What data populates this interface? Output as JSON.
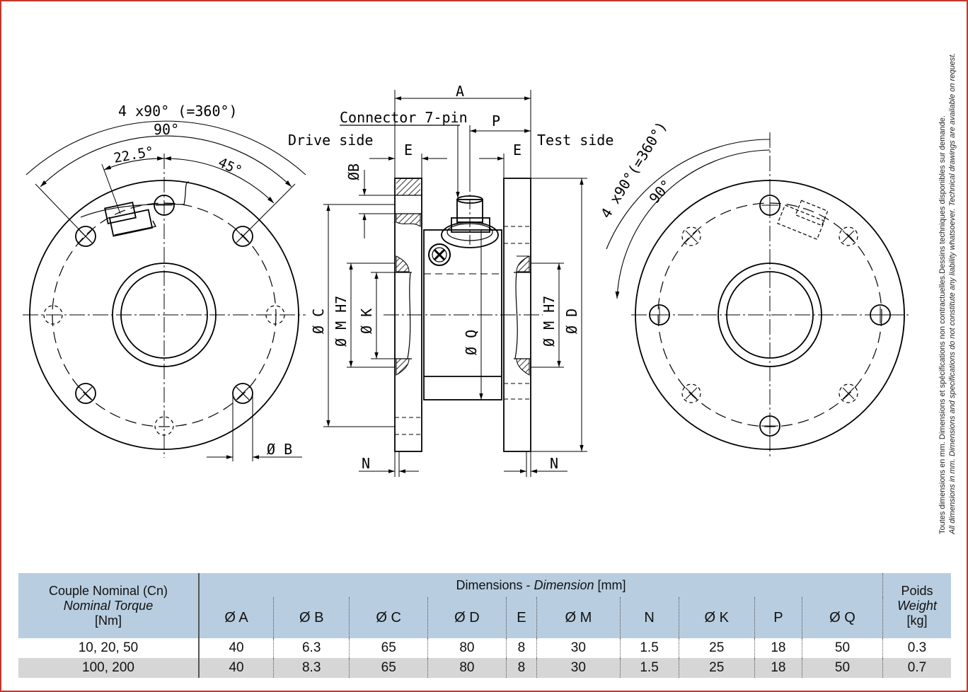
{
  "drawing": {
    "left_view": {
      "angle_total": "4 x90° (=360°)",
      "angle_90": "90°",
      "angle_22_5": "22.5°",
      "angle_45": "45°",
      "hole_dim": "Ø B"
    },
    "side_view": {
      "dim_a": "A",
      "connector": "Connector 7-pin",
      "dim_p": "P",
      "drive_side": "Drive side",
      "test_side": "Test side",
      "dim_e_left": "E",
      "dim_e_right": "E",
      "dim_b": "ØB",
      "dim_c": "Ø C",
      "dim_m_left": "Ø M H7",
      "dim_k": "Ø K",
      "dim_q": "Ø Q",
      "dim_m_right": "Ø M H7",
      "dim_d": "Ø D",
      "dim_n_left": "N",
      "dim_n_right": "N"
    },
    "right_view": {
      "angle_total": "4 x90°(=360°)",
      "angle_90": "90°"
    }
  },
  "notes": {
    "fr": "Toutes dimensions en mm. Dimensions et spécifications non contractuelles.Dessins techniques disponibles sur demande.",
    "en": "All dimensions in mm. Dimensions and specifications do not constitute any liability whatsoever. Technical drawings are available on request."
  },
  "table": {
    "first_header": {
      "fr": "Couple Nominal (Cn)",
      "en": "Nominal Torque",
      "unit": "[Nm]"
    },
    "dim_header": {
      "fr": "Dimensions",
      "sep": " - ",
      "en": "Dimension",
      "unit": " [mm]"
    },
    "last_header": {
      "fr": "Poids",
      "en": "Weight",
      "unit": "[kg]"
    },
    "columns": [
      "Ø A",
      "Ø B",
      "Ø C",
      "Ø D",
      "E",
      "Ø M",
      "N",
      "Ø K",
      "P",
      "Ø Q"
    ],
    "rows": [
      {
        "torque": "10, 20, 50",
        "values": [
          "40",
          "6.3",
          "65",
          "80",
          "8",
          "30",
          "1.5",
          "25",
          "18",
          "50"
        ],
        "weight": "0.3"
      },
      {
        "torque": "100, 200",
        "values": [
          "40",
          "8.3",
          "65",
          "80",
          "8",
          "30",
          "1.5",
          "25",
          "18",
          "50"
        ],
        "weight": "0.7"
      }
    ]
  },
  "colors": {
    "frame": "#c0392b",
    "table_header": "#b8cde0",
    "row_alt": "#d6d6d6"
  }
}
